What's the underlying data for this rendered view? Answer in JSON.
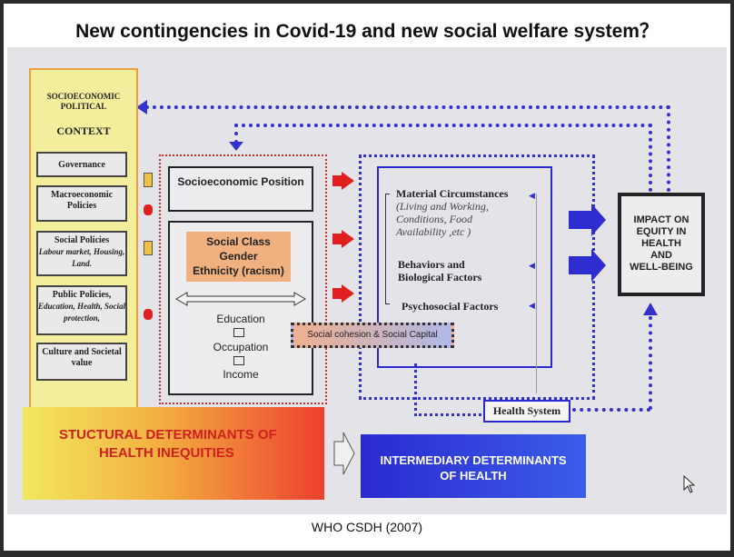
{
  "title": "New contingencies in Covid-19 and new social welfare system？",
  "caption": "WHO CSDH (2007)",
  "context": {
    "heading1": "SOCIOECONOMIC",
    "heading2": "POLITICAL",
    "heading3": "CONTEXT",
    "items": [
      {
        "label": "Governance",
        "sub": ""
      },
      {
        "label": "Macroeconomic Policies",
        "sub": ""
      },
      {
        "label": "Social Policies",
        "sub": "Labour market, Housing, Land."
      },
      {
        "label": "Public Policies,",
        "sub": "Education, Health, Social protection,"
      },
      {
        "label": "Culture and Societal value",
        "sub": ""
      }
    ]
  },
  "structural": {
    "position": "Socioeconomic Position",
    "class1": "Social Class",
    "class2": "Gender",
    "class3": "Ethnicity (racism)",
    "education": "Education",
    "occupation": "Occupation",
    "income": "Income",
    "banner1": "STUCTURAL DETERMINANTS OF",
    "banner2": "HEALTH INEQUITIES"
  },
  "intermediary": {
    "material": "Material Circumstances",
    "material_sub1": "(Living and Working,",
    "material_sub2": "Conditions, Food",
    "material_sub3": "Availability ,etc  )",
    "behaviors1": "Behaviors and",
    "behaviors2": "Biological Factors",
    "psychosocial": "Psychosocial Factors",
    "cohesion": "Social cohesion &  Social Capital",
    "health_system": "Health System",
    "banner1": "INTERMEDIARY DETERMINANTS",
    "banner2": "OF HEALTH"
  },
  "impact": {
    "line1": "IMPACT  ON",
    "line2": "EQUITY IN",
    "line3": "HEALTH",
    "line4": "AND",
    "line5": "WELL-BEING"
  }
}
